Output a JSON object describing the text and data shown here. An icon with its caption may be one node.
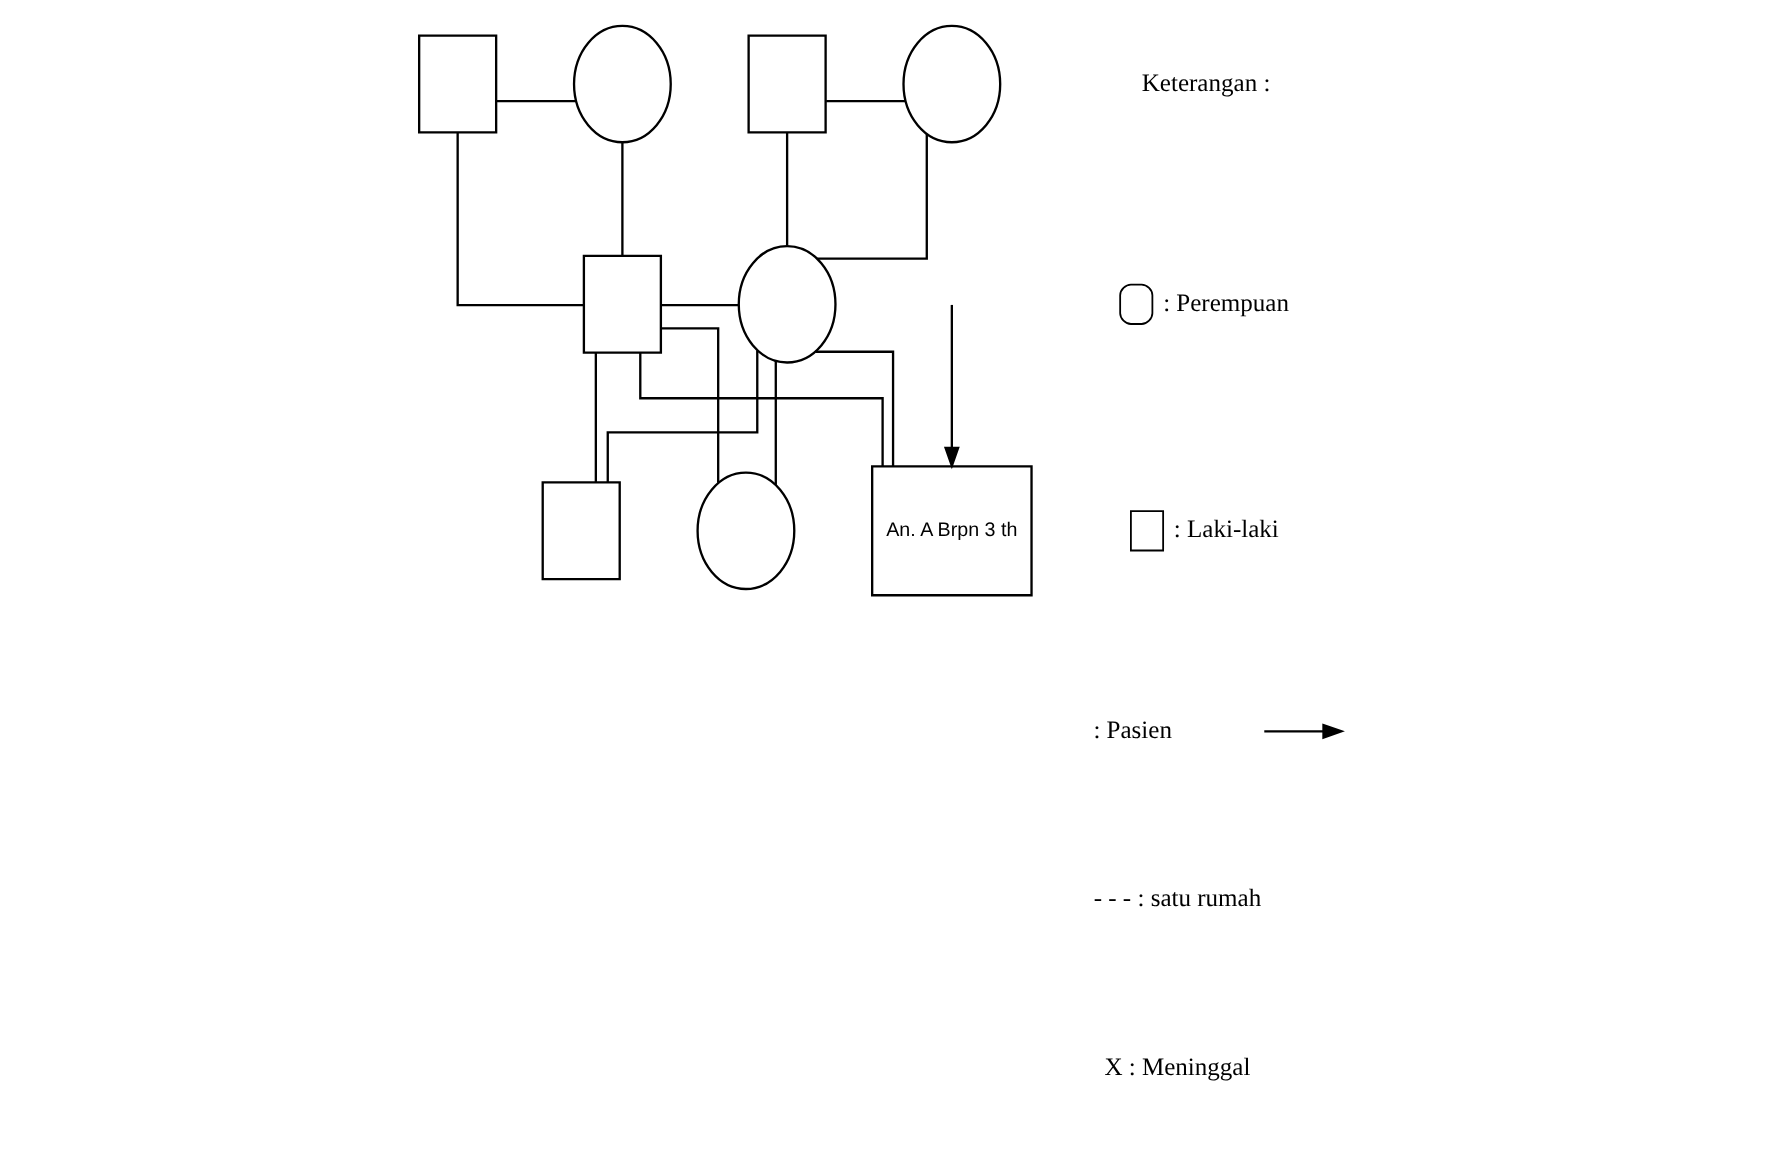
{
  "diagram": {
    "nodes": [
      {
        "text": [],
        "shape": "box"
      },
      {
        "text": [],
        "shape": "circle"
      },
      {
        "text": [],
        "shape": "box"
      },
      {
        "text": [],
        "shape": "circle"
      },
      {
        "text": [],
        "shape": "box"
      },
      {
        "text": [],
        "shape": "circle"
      },
      {
        "text": [],
        "shape": "box"
      },
      {
        "text": [],
        "shape": "circle"
      },
      {
        "text": [
          "An. A Brpn 3 th"
        ]
      }
    ],
    "edges": [
      {
        "from": 0,
        "to": 1,
        "arrow": "none"
      },
      {
        "from": 2,
        "to": 3,
        "arrow": "none"
      },
      {
        "from": 0,
        "to": 4,
        "arrow": "none"
      },
      {
        "from": 1,
        "to": 4,
        "arrow": "none"
      },
      {
        "from": 2,
        "to": 5,
        "arrow": "none"
      },
      {
        "from": 3,
        "to": 5,
        "arrow": "none"
      },
      {
        "from": 4,
        "to": 5,
        "arrow": "none"
      },
      {
        "from": 4,
        "to": 6,
        "arrow": "none"
      },
      {
        "from": 5,
        "to": 6,
        "arrow": "none"
      },
      {
        "from": 4,
        "to": 7,
        "arrow": "none"
      },
      {
        "from": 5,
        "to": 7,
        "arrow": "none"
      },
      {
        "from": 4,
        "to": 8,
        "arrow": "none"
      },
      {
        "from": 5,
        "to": 8,
        "arrow": "none"
      },
      {
        "from": null,
        "to": 8,
        "arrow": "to"
      }
    ],
    "labels": [
      "Keterangan :"
    ],
    "legend": [
      {
        "text": ": Perempuan"
      },
      {
        "text": ": Laki-laki"
      },
      {
        "text": ": Pasien"
      },
      {
        "text": "- - - : satu rumah"
      },
      {
        "text": "X : Meninggal"
      }
    ]
  }
}
